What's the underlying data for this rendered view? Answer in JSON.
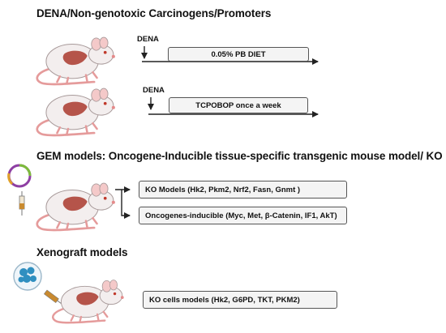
{
  "section1": {
    "heading": "DENA/Non-genotoxic Carcinogens/Promoters",
    "row1": {
      "label": "DENA",
      "box": "0.05% PB DIET"
    },
    "row2": {
      "label": "DENA",
      "box": "TCPOBOP once a week"
    }
  },
  "section2": {
    "heading": "GEM models: Oncogene-Inducible tissue-specific transgenic mouse model/ KO models",
    "box1": "KO Models (Hk2, Pkm2, Nrf2, Fasn, Gnmt )",
    "box2": "Oncogenes-inducible (Myc, Met, β-Catenin, IF1, AkT)"
  },
  "section3": {
    "heading": "Xenograft models",
    "box": "KO cells models (Hk2, G6PD, TKT, PKM2)"
  },
  "colors": {
    "mouse_body": "#f3eeee",
    "mouse_outline": "#a89a9a",
    "liver": "#b5544a",
    "tail": "#e59b9b",
    "plasmid_purple": "#8e3fa3",
    "plasmid_green": "#7dbb3b",
    "cells": "#2f8fc0",
    "syringe": "#c98a2f"
  }
}
